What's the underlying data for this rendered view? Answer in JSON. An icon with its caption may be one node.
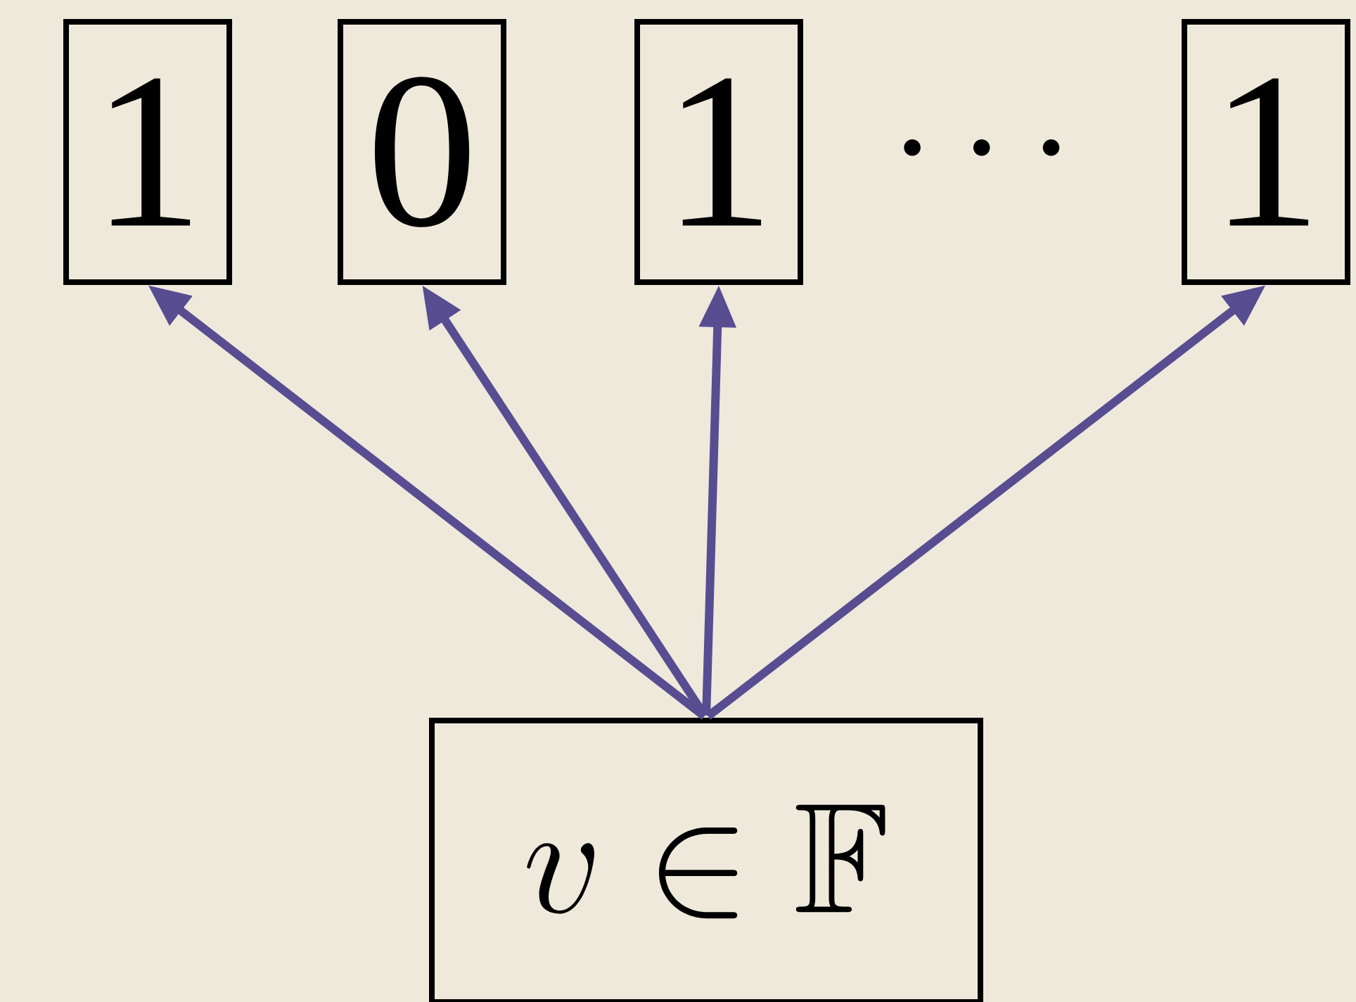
{
  "diagram": {
    "nodes": [
      {
        "text": [
          "1"
        ]
      },
      {
        "text": [
          "0"
        ]
      },
      {
        "text": [
          "1"
        ]
      },
      {
        "text": [
          "1"
        ]
      },
      {
        "text": [
          "v \\in \\mathbb{F}"
        ]
      }
    ],
    "edges": [
      {
        "from": 4,
        "to": 0,
        "arrow": "to"
      },
      {
        "from": 4,
        "to": 1,
        "arrow": "to"
      },
      {
        "from": 4,
        "to": 2,
        "arrow": "to"
      },
      {
        "from": 4,
        "to": 3,
        "arrow": "to"
      }
    ],
    "labels": [
      "\\cdots"
    ]
  }
}
